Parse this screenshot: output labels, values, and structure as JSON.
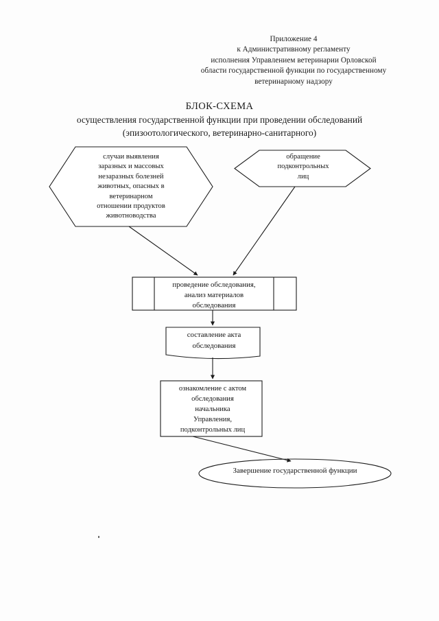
{
  "document": {
    "header": {
      "lines": [
        "Приложение 4",
        "к Административному регламенту",
        "исполнения Управлением ветеринарии  Орловской",
        "области государственной функции по государственному",
        "ветеринарному надзору"
      ]
    },
    "title": {
      "main": "БЛОК-СХЕМА",
      "subtitle_line1": "осуществления государственной функции при проведении обследований",
      "subtitle_line2": "(эпизоотологического, ветеринарно-санитарного)"
    }
  },
  "flowchart": {
    "stroke_color": "#1c1c1c",
    "fill_color": "#ffffff",
    "nodes": [
      {
        "id": "hex-left",
        "shape": "hexagon",
        "lines": [
          "случаи выявления",
          "заразных и массовых",
          "незаразных болезней",
          "животных, опасных в",
          "ветеринарном",
          "отношении продуктов",
          "животноводства"
        ]
      },
      {
        "id": "hex-right",
        "shape": "hexagon",
        "lines": [
          "обращение",
          "подконтрольных",
          "лиц"
        ]
      },
      {
        "id": "process",
        "shape": "predefined-process",
        "lines": [
          "проведение обследования,",
          "анализ материалов",
          "обследования"
        ]
      },
      {
        "id": "act",
        "shape": "rectangle",
        "lines": [
          "составление акта",
          "обследования"
        ]
      },
      {
        "id": "familiarize",
        "shape": "rectangle",
        "lines": [
          "ознакомление с актом",
          "обследования",
          "начальника",
          "Управления,",
          "подконтрольных лиц"
        ]
      },
      {
        "id": "end",
        "shape": "ellipse",
        "lines": [
          "Завершение государственной функции"
        ]
      }
    ],
    "connectors": [
      {
        "id": "hex-left-to-process",
        "from": "hex-left",
        "to": "process",
        "style": "diagonal-arrow"
      },
      {
        "id": "hex-right-to-process",
        "from": "hex-right",
        "to": "process",
        "style": "diagonal-arrow"
      },
      {
        "id": "process-to-act",
        "from": "process",
        "to": "act",
        "style": "vertical-arrow"
      },
      {
        "id": "act-to-familiarize",
        "from": "act",
        "to": "familiarize",
        "style": "vertical-arrow"
      },
      {
        "id": "familiarize-to-end",
        "from": "familiarize",
        "to": "end",
        "style": "diagonal-arrow"
      }
    ]
  }
}
